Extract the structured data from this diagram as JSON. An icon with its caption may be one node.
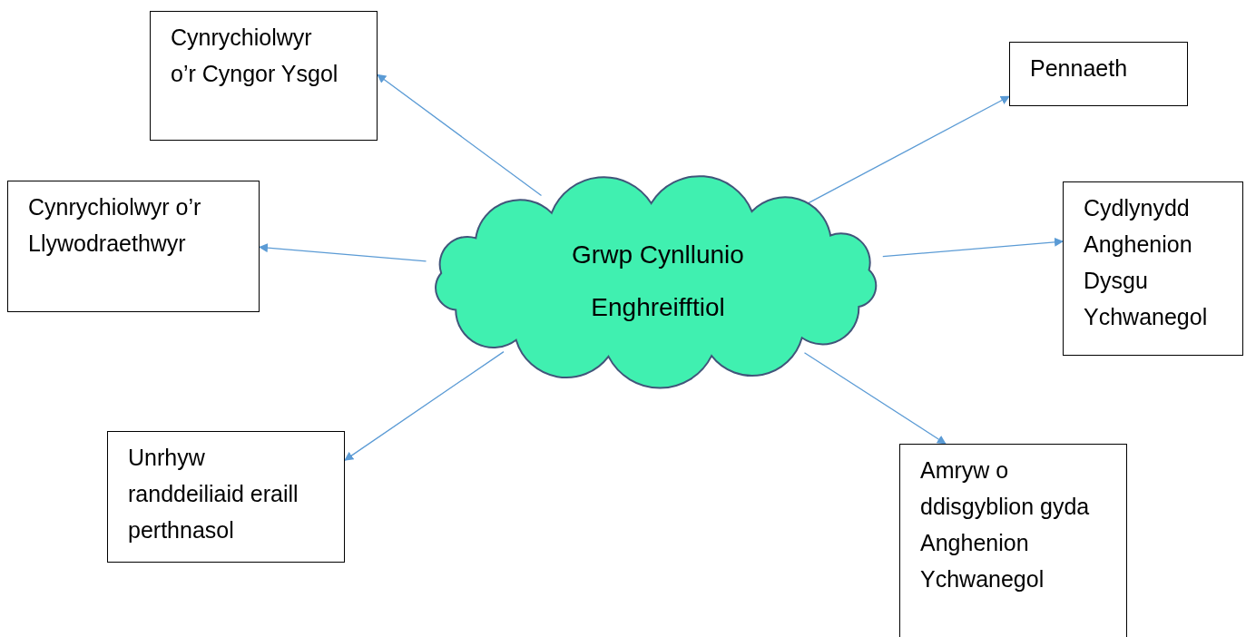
{
  "diagram": {
    "nodes": [
      {
        "text": [
          "Grwp Cynllunio Enghreifftiol"
        ]
      },
      {
        "text": [
          "Cynrychiolwyr o’r Cyngor Ysgol"
        ]
      },
      {
        "text": [
          "Pennaeth"
        ]
      },
      {
        "text": [
          "Cynrychiolwyr o’r Llywodraethwyr"
        ]
      },
      {
        "text": [
          "Cydlynydd Anghenion Dysgu Ychwanegol"
        ]
      },
      {
        "text": [
          "Unrhyw randdeiliaid eraill perthnasol"
        ]
      },
      {
        "text": [
          "Amryw o ddisgyblion gyda Anghenion Ychwanegol"
        ]
      }
    ],
    "edges": [
      {
        "from": 0,
        "to": 1,
        "arrow": "to"
      },
      {
        "from": 0,
        "to": 2,
        "arrow": "to"
      },
      {
        "from": 0,
        "to": 3,
        "arrow": "to"
      },
      {
        "from": 0,
        "to": 4,
        "arrow": "to"
      },
      {
        "from": 0,
        "to": 5,
        "arrow": "to"
      },
      {
        "from": 0,
        "to": 6,
        "arrow": "to"
      }
    ]
  }
}
